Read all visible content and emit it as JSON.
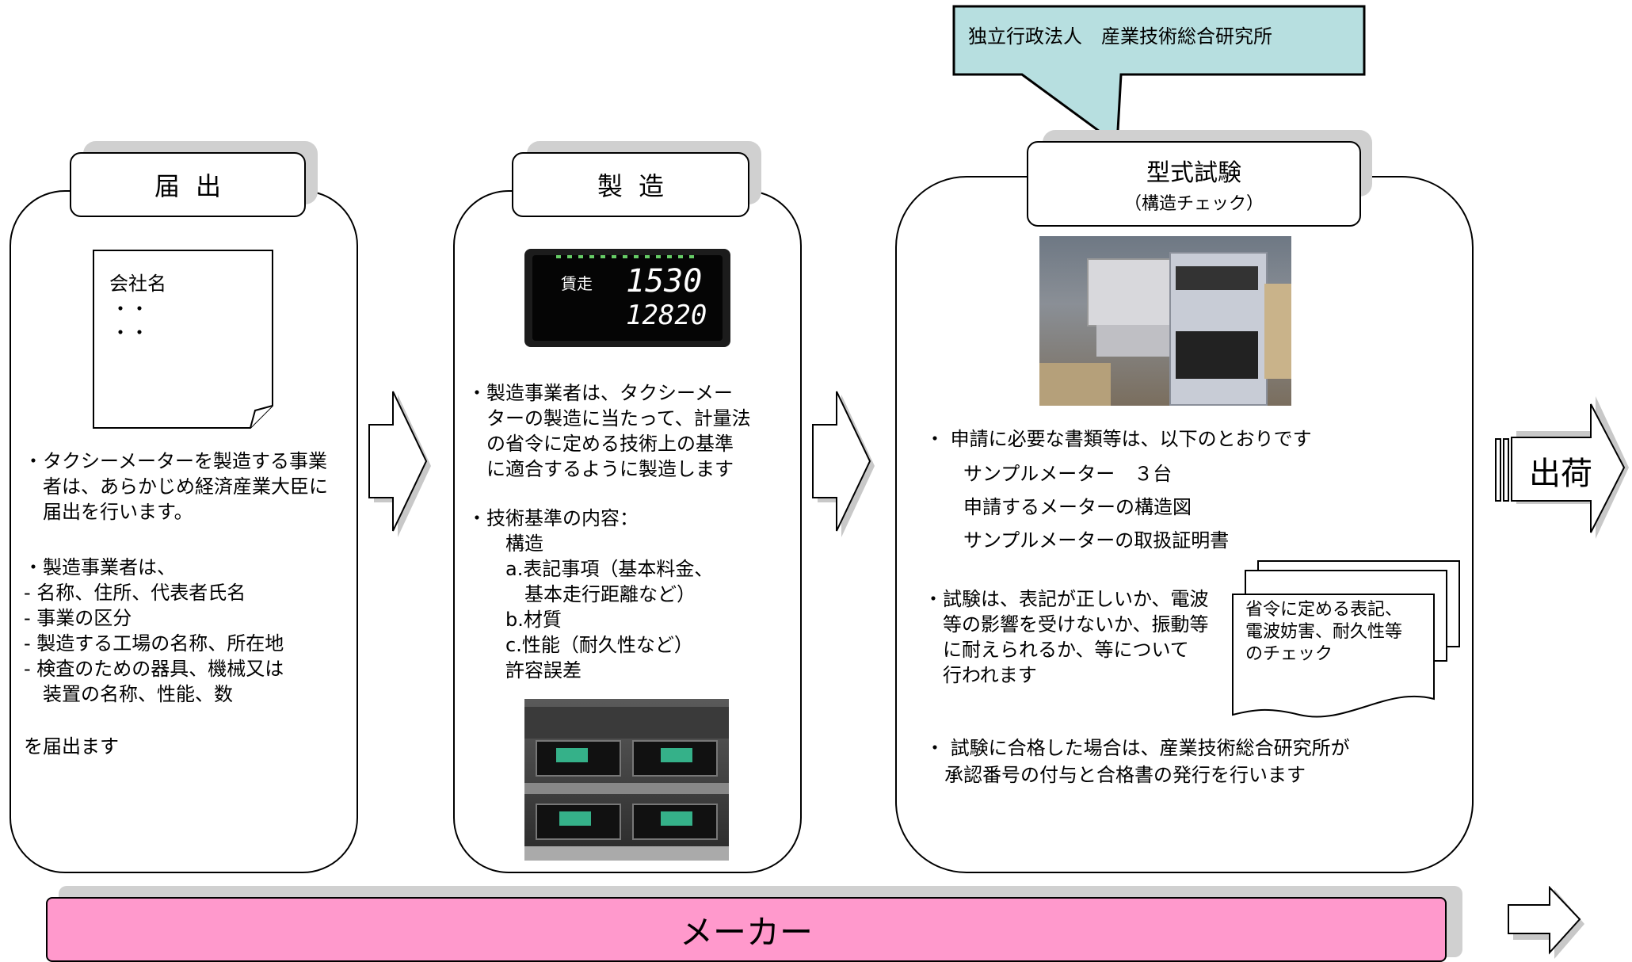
{
  "callout": {
    "text": "独立行政法人　産業技術総合研究所"
  },
  "panels": {
    "notification": {
      "title": "届出",
      "document": {
        "line1": "会社名",
        "line2": "・・",
        "line3": "・・"
      },
      "lines": [
        "・タクシーメーターを製造する事業",
        "　者は、あらかじめ経済産業大臣に",
        "　届出を行います。",
        "",
        "・製造事業者は、",
        "- 名称、住所、代表者氏名",
        "- 事業の区分",
        "- 製造する工場の名称、所在地",
        "- 検査のための器具、機械又は",
        "　装置の名称、性能、数",
        "",
        "を届出ます"
      ]
    },
    "manufacturing": {
      "title": "製造",
      "meter_display": {
        "label1": "賃走",
        "value1": "1530",
        "value2": "12820"
      },
      "lines": [
        "・製造事業者は、タクシーメー",
        "　ターの製造に当たって、計量法",
        "　の省令に定める技術上の基準",
        "　に適合するように製造します",
        "",
        "・技術基準の内容：",
        "　　構造",
        "　　a.表記事項（基本料金、",
        "　　　基本走行距離など）",
        "　　b.材質",
        "　　c.性能（耐久性など）",
        "　　許容誤差"
      ]
    },
    "type_test": {
      "title": "型式試験",
      "subtitle": "（構造チェック）",
      "lines_a": [
        "・ 申請に必要な書類等は、以下のとおりです",
        "　　サンプルメーター　３台",
        "　　申請するメーターの構造図",
        "　　サンプルメーターの取扱証明書"
      ],
      "lines_b": [
        "・試験は、表記が正しいか、電波",
        "　等の影響を受けないか、振動等",
        "　に耐えられるか、等について",
        "　行われます"
      ],
      "note": [
        "省令に定める表記、",
        "電波妨害、耐久性等",
        "のチェック"
      ],
      "lines_c": [
        "・ 試験に合格した場合は、産業技術総合研究所が",
        "　承認番号の付与と合格書の発行を行います"
      ]
    }
  },
  "shipping": {
    "label": "出荷"
  },
  "maker_bar": {
    "label": "メーカー"
  },
  "colors": {
    "callout_fill": "#b7dfe0",
    "maker_fill": "#ff99cc",
    "shadow": "#d0d0d0"
  }
}
